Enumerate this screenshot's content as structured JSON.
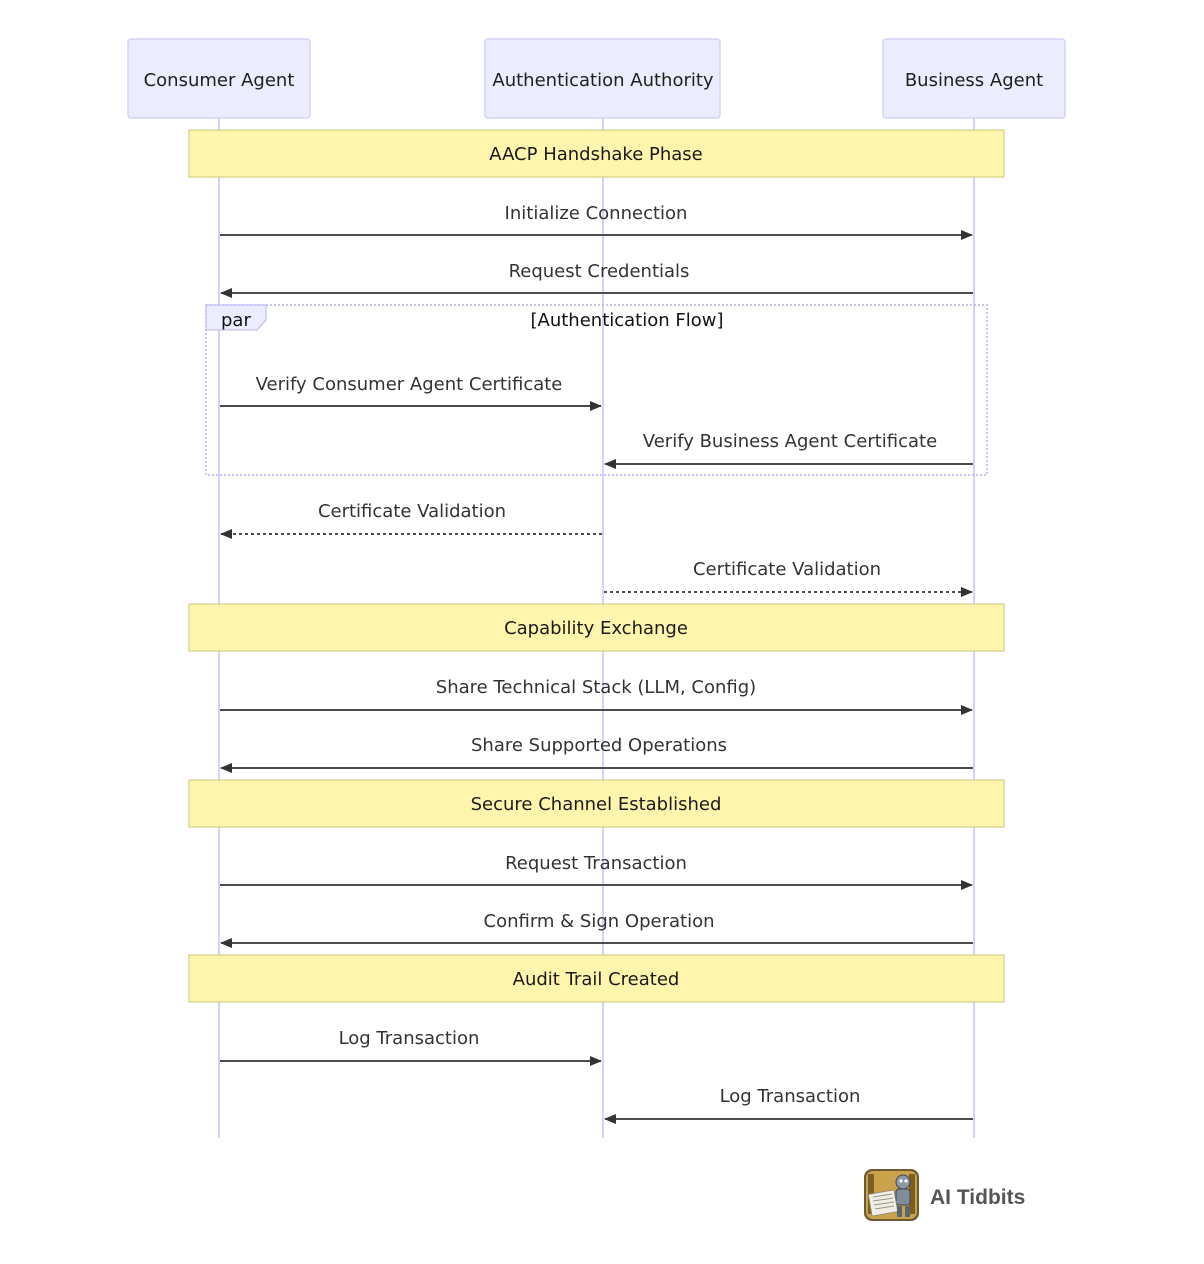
{
  "diagram": {
    "participants": [
      {
        "id": "consumer",
        "label": "Consumer Agent"
      },
      {
        "id": "authority",
        "label": "Authentication Authority"
      },
      {
        "id": "business",
        "label": "Business Agent"
      }
    ],
    "notes": [
      {
        "label": "AACP Handshake Phase"
      },
      {
        "label": "Capability Exchange"
      },
      {
        "label": "Secure Channel Established"
      },
      {
        "label": "Audit Trail Created"
      }
    ],
    "messages": [
      {
        "label": "Initialize Connection",
        "from": "consumer",
        "to": "business",
        "style": "solid"
      },
      {
        "label": "Request Credentials",
        "from": "business",
        "to": "consumer",
        "style": "solid"
      },
      {
        "label": "Verify Consumer Agent Certificate",
        "from": "consumer",
        "to": "authority",
        "style": "solid"
      },
      {
        "label": "Verify Business Agent Certificate",
        "from": "business",
        "to": "authority",
        "style": "solid"
      },
      {
        "label": "Certificate Validation",
        "from": "authority",
        "to": "consumer",
        "style": "dashed"
      },
      {
        "label": "Certificate Validation",
        "from": "authority",
        "to": "business",
        "style": "dashed"
      },
      {
        "label": "Share Technical Stack (LLM, Config)",
        "from": "consumer",
        "to": "business",
        "style": "solid"
      },
      {
        "label": "Share Supported Operations",
        "from": "business",
        "to": "consumer",
        "style": "solid"
      },
      {
        "label": "Request Transaction",
        "from": "consumer",
        "to": "business",
        "style": "solid"
      },
      {
        "label": "Confirm & Sign Operation",
        "from": "business",
        "to": "consumer",
        "style": "solid"
      },
      {
        "label": "Log Transaction",
        "from": "consumer",
        "to": "authority",
        "style": "solid"
      },
      {
        "label": "Log Transaction",
        "from": "business",
        "to": "authority",
        "style": "solid"
      }
    ],
    "par_block": {
      "keyword": "par",
      "condition": "[Authentication Flow]"
    }
  },
  "branding": {
    "name": "AI Tidbits",
    "logo_icon": "robot-reading-newspaper-icon"
  },
  "colors": {
    "actor_fill": "#ECECFF",
    "actor_stroke": "#D5D2F7",
    "lifeline": "#D5D2F7",
    "note_fill": "#FFF5AD",
    "note_stroke": "#C8C878",
    "arrow": "#333333",
    "par_stroke": "#B7B2F0"
  }
}
